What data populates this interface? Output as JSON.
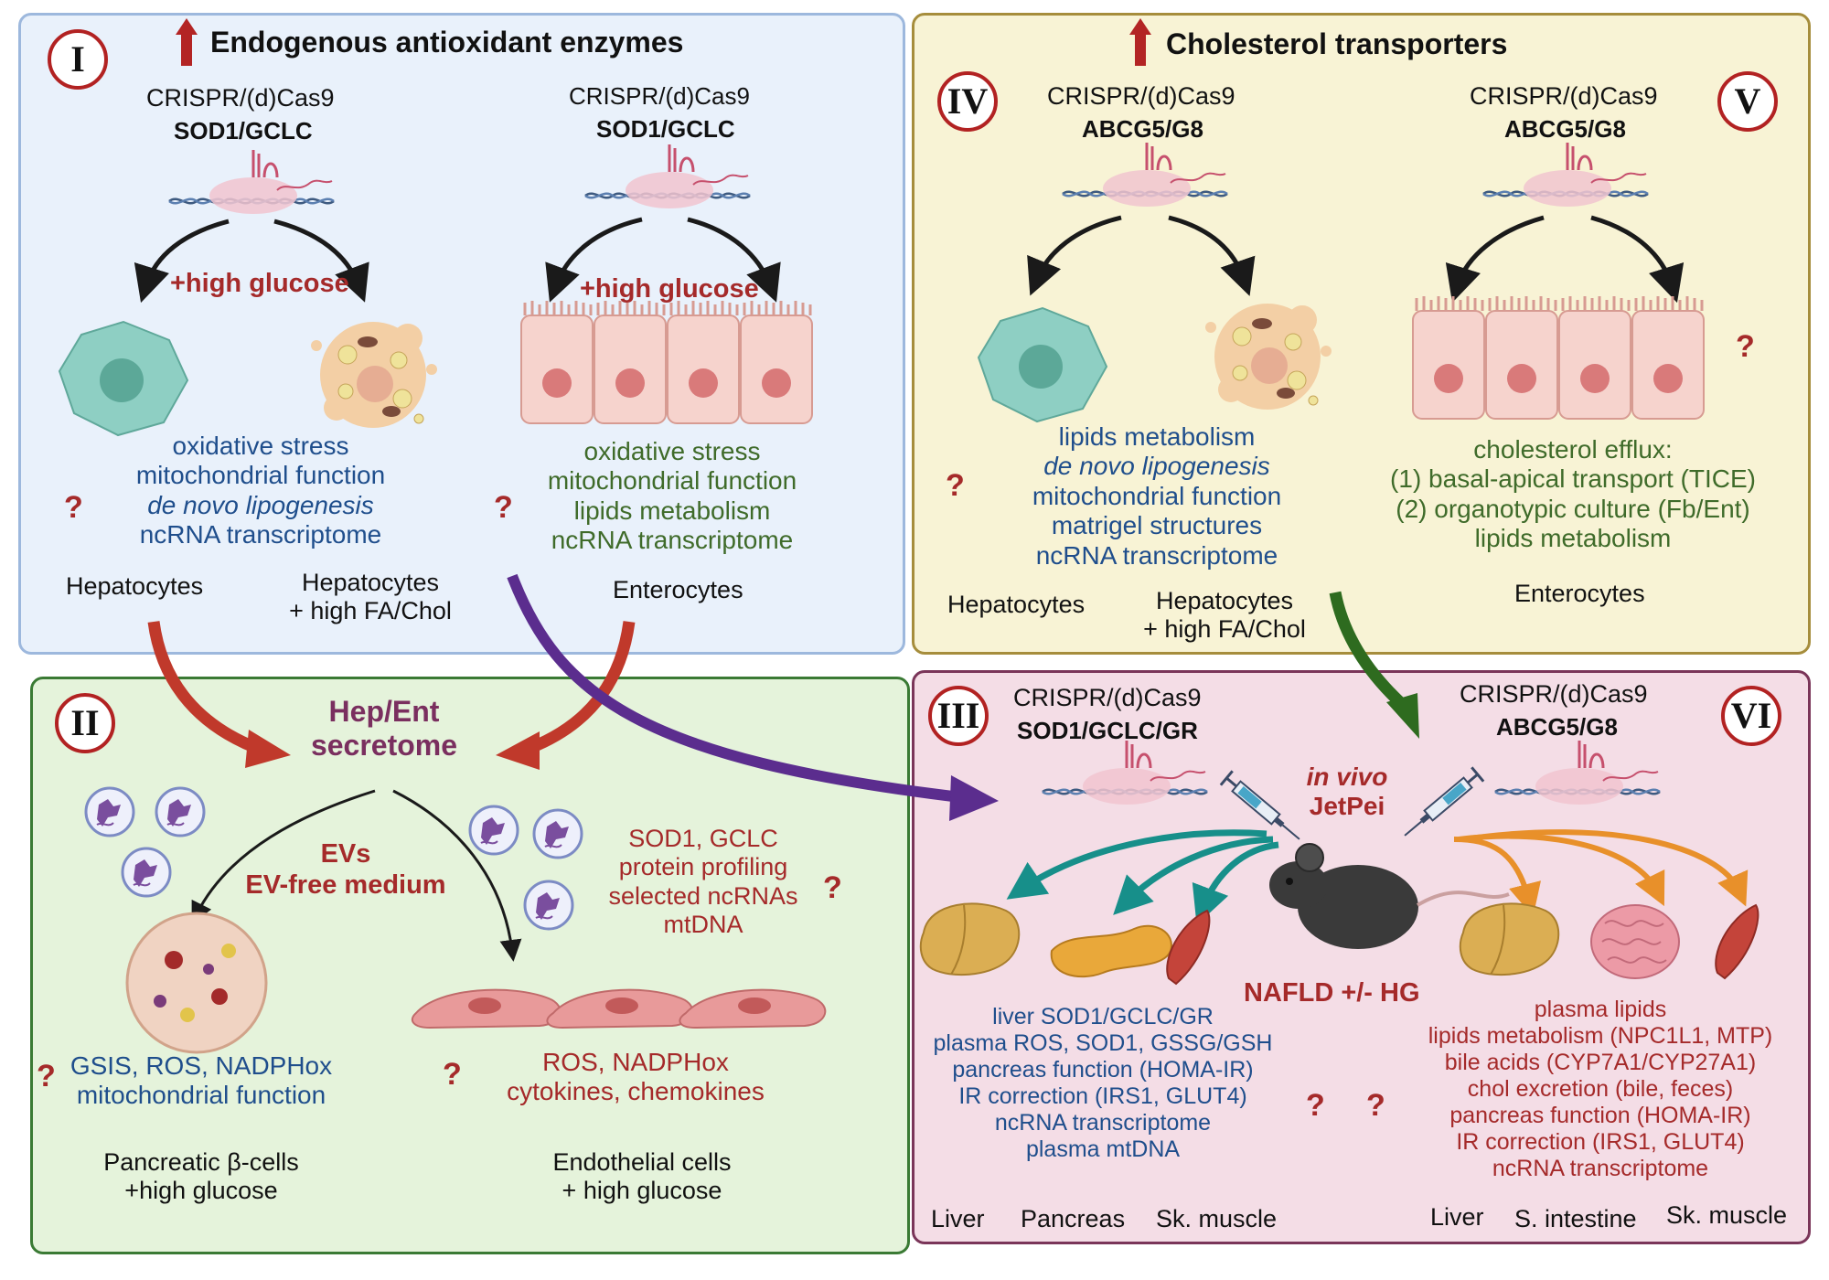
{
  "colors": {
    "panel_I": "#e9f1fb",
    "panel_II": "#e5f3db",
    "panel_III": "#f4dde6",
    "panel_IV": "#f8f3d5",
    "arrow_red": "#c0392b",
    "arrow_purple": "#5b2d8e",
    "arrow_green": "#2e6b1f",
    "arrow_teal": "#178f8a",
    "arrow_orange": "#e8902a"
  },
  "panel_I": {
    "numeral": "I",
    "title": "Endogenous antioxidant enzymes",
    "left": {
      "tool": "CRISPR/(d)Cas9",
      "target": "SOD1/GCLC",
      "condition": "+high glucose",
      "readouts": [
        "oxidative stress",
        "mitochondrial function",
        "de novo lipogenesis",
        "ncRNA transcriptome"
      ],
      "cell_a": "Hepatocytes",
      "cell_b_1": "Hepatocytes",
      "cell_b_2": "+ high FA/Chol",
      "question": "?"
    },
    "right": {
      "tool": "CRISPR/(d)Cas9",
      "target": "SOD1/GCLC",
      "condition": "+high glucose",
      "readouts": [
        "oxidative stress",
        "mitochondrial function",
        "lipids metabolism",
        "ncRNA transcriptome"
      ],
      "cell": "Enterocytes",
      "question": "?"
    }
  },
  "panel_IV": {
    "numeral_iv": "IV",
    "numeral_v": "V",
    "title": "Cholesterol transporters",
    "left": {
      "tool": "CRISPR/(d)Cas9",
      "target": "ABCG5/G8",
      "readouts": [
        "lipids metabolism",
        "de novo lipogenesis",
        "mitochondrial function",
        "matrigel structures",
        "ncRNA transcriptome"
      ],
      "cell_a": "Hepatocytes",
      "cell_b_1": "Hepatocytes",
      "cell_b_2": "+ high FA/Chol",
      "question": "?"
    },
    "right": {
      "tool": "CRISPR/(d)Cas9",
      "target": "ABCG5/G8",
      "readouts": [
        "cholesterol efflux:",
        "(1) basal-apical transport (TICE)",
        "(2) organotypic culture (Fb/Ent)",
        "lipids metabolism"
      ],
      "cell": "Enterocytes",
      "question": "?"
    }
  },
  "panel_II": {
    "numeral": "II",
    "title_1": "Hep/Ent",
    "title_2": "secretome",
    "ev_1": "EVs",
    "ev_2": "EV-free medium",
    "profiling": [
      "SOD1, GCLC",
      "protein profiling",
      "selected ncRNAs",
      "mtDNA"
    ],
    "beta_readouts": [
      "GSIS, ROS, NADPHox",
      "mitochondrial function"
    ],
    "endo_readouts": [
      "ROS, NADPHox",
      "cytokines, chemokines"
    ],
    "beta_cell_1": "Pancreatic β-cells",
    "beta_cell_2": "+high glucose",
    "endo_cell_1": "Endothelial cells",
    "endo_cell_2": "+ high glucose",
    "question": "?"
  },
  "panel_III": {
    "numeral_iii": "III",
    "numeral_vi": "VI",
    "left_tool": "CRISPR/(d)Cas9",
    "left_target": "SOD1/GCLC/GR",
    "right_tool": "CRISPR/(d)Cas9",
    "right_target": "ABCG5/G8",
    "delivery_1": "in vivo",
    "delivery_2": "JetPei",
    "model": "NAFLD +/- HG",
    "left_readouts": [
      "liver SOD1/GCLC/GR",
      "plasma ROS, SOD1, GSSG/GSH",
      "pancreas function (HOMA-IR)",
      "IR correction (IRS1, GLUT4)",
      "ncRNA transcriptome",
      "plasma mtDNA"
    ],
    "right_readouts": [
      "plasma lipids",
      "lipids metabolism (NPC1L1, MTP)",
      "bile acids (CYP7A1/CYP27A1)",
      "chol excretion (bile, feces)",
      "pancreas function (HOMA-IR)",
      "IR correction (IRS1, GLUT4)",
      "ncRNA transcriptome"
    ],
    "organs_left": [
      "Liver",
      "Pancreas",
      "Sk. muscle"
    ],
    "organs_right": [
      "Liver",
      "S. intestine",
      "Sk. muscle"
    ],
    "question": "?"
  }
}
